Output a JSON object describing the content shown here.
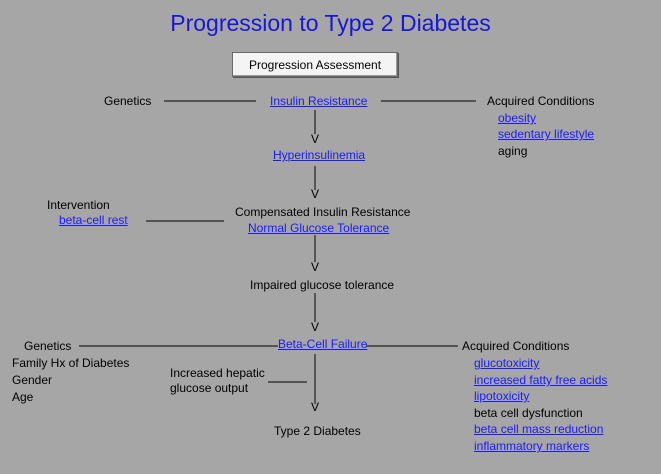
{
  "title": "Progression to Type 2 Diabetes",
  "assessment_button": "Progression Assessment",
  "top": {
    "genetics": "Genetics",
    "insulin_resistance": "Insulin Resistance",
    "acquired_title": "Acquired Conditions",
    "acquired": [
      "obesity",
      "sedentary lifestyle",
      "aging"
    ]
  },
  "hyperinsulinemia": "Hyperinsulinemia",
  "intervention": {
    "label": "Intervention",
    "link": "beta-cell rest"
  },
  "compensated": {
    "line1": "Compensated Insulin Resistance",
    "line2": "Normal Glucose Tolerance"
  },
  "impaired": "Impaired glucose tolerance",
  "bottom": {
    "genetics": "Genetics",
    "genetics_items": [
      "Family Hx of Diabetes",
      "Gender",
      "Age"
    ],
    "beta_cell_failure": "Beta-Cell Failure",
    "hepatic_line1": "Increased hepatic",
    "hepatic_line2": "glucose output",
    "acquired_title": "Acquired Conditions",
    "acquired": [
      "glucotoxicity",
      "increased fatty free acids",
      "lipotoxicity",
      "beta cell dysfunction",
      "beta cell mass reduction",
      "inflammatory markers"
    ]
  },
  "type2": "Type 2 Diabetes",
  "arrow_glyph": "V",
  "colors": {
    "background": "#a6a6a6",
    "title": "#1717d6",
    "link": "#1a1aff"
  }
}
